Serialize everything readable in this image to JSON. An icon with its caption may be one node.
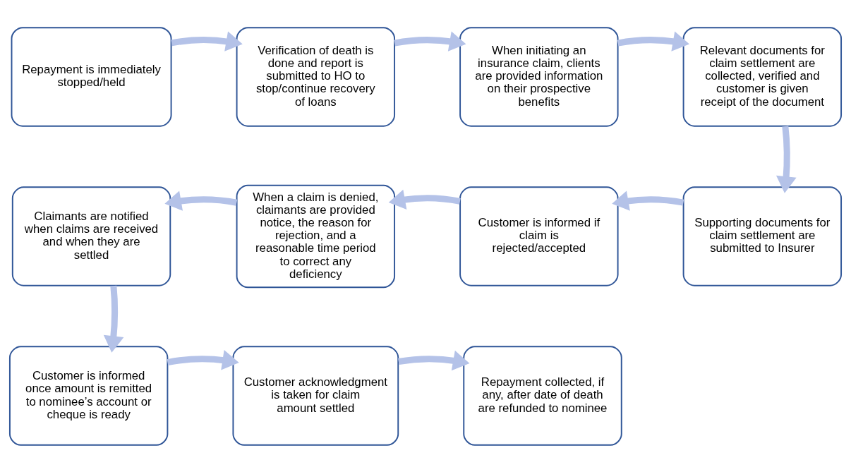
{
  "diagram": {
    "nodes": [
      {
        "text": [
          "Repayment is immediately stopped/held"
        ]
      },
      {
        "text": [
          "Verification of death is done and report is submitted to HO to stop/continue recovery of loans"
        ]
      },
      {
        "text": [
          "When initiating an insurance claim, clients are provided information on their prospective benefits"
        ]
      },
      {
        "text": [
          "Relevant documents for claim settlement are collected, verified and customer is given receipt of the document"
        ]
      },
      {
        "text": [
          "Supporting documents for claim settlement are submitted to Insurer"
        ]
      },
      {
        "text": [
          "Customer is informed if claim is rejected/accepted"
        ]
      },
      {
        "text": [
          "When a claim is denied, claimants are provided notice, the reason for rejection, and a reasonable time period to correct any deficiency"
        ]
      },
      {
        "text": [
          "Claimants are notified when claims are received and when they are settled"
        ]
      },
      {
        "text": [
          "Customer is informed once amount is remitted to nominee’s account or cheque is ready"
        ]
      },
      {
        "text": [
          "Customer acknowledgment is taken for claim amount settled"
        ]
      },
      {
        "text": [
          "Repayment collected, if any, after date of death are refunded to nominee"
        ]
      }
    ],
    "edges": [
      {
        "from": 0,
        "to": 1,
        "arrow": "to"
      },
      {
        "from": 1,
        "to": 2,
        "arrow": "to"
      },
      {
        "from": 2,
        "to": 3,
        "arrow": "to"
      },
      {
        "from": 3,
        "to": 4,
        "arrow": "to"
      },
      {
        "from": 4,
        "to": 5,
        "arrow": "to"
      },
      {
        "from": 5,
        "to": 6,
        "arrow": "to"
      },
      {
        "from": 6,
        "to": 7,
        "arrow": "to"
      },
      {
        "from": 7,
        "to": 8,
        "arrow": "to"
      },
      {
        "from": 8,
        "to": 9,
        "arrow": "to"
      },
      {
        "from": 9,
        "to": 10,
        "arrow": "to"
      }
    ]
  }
}
